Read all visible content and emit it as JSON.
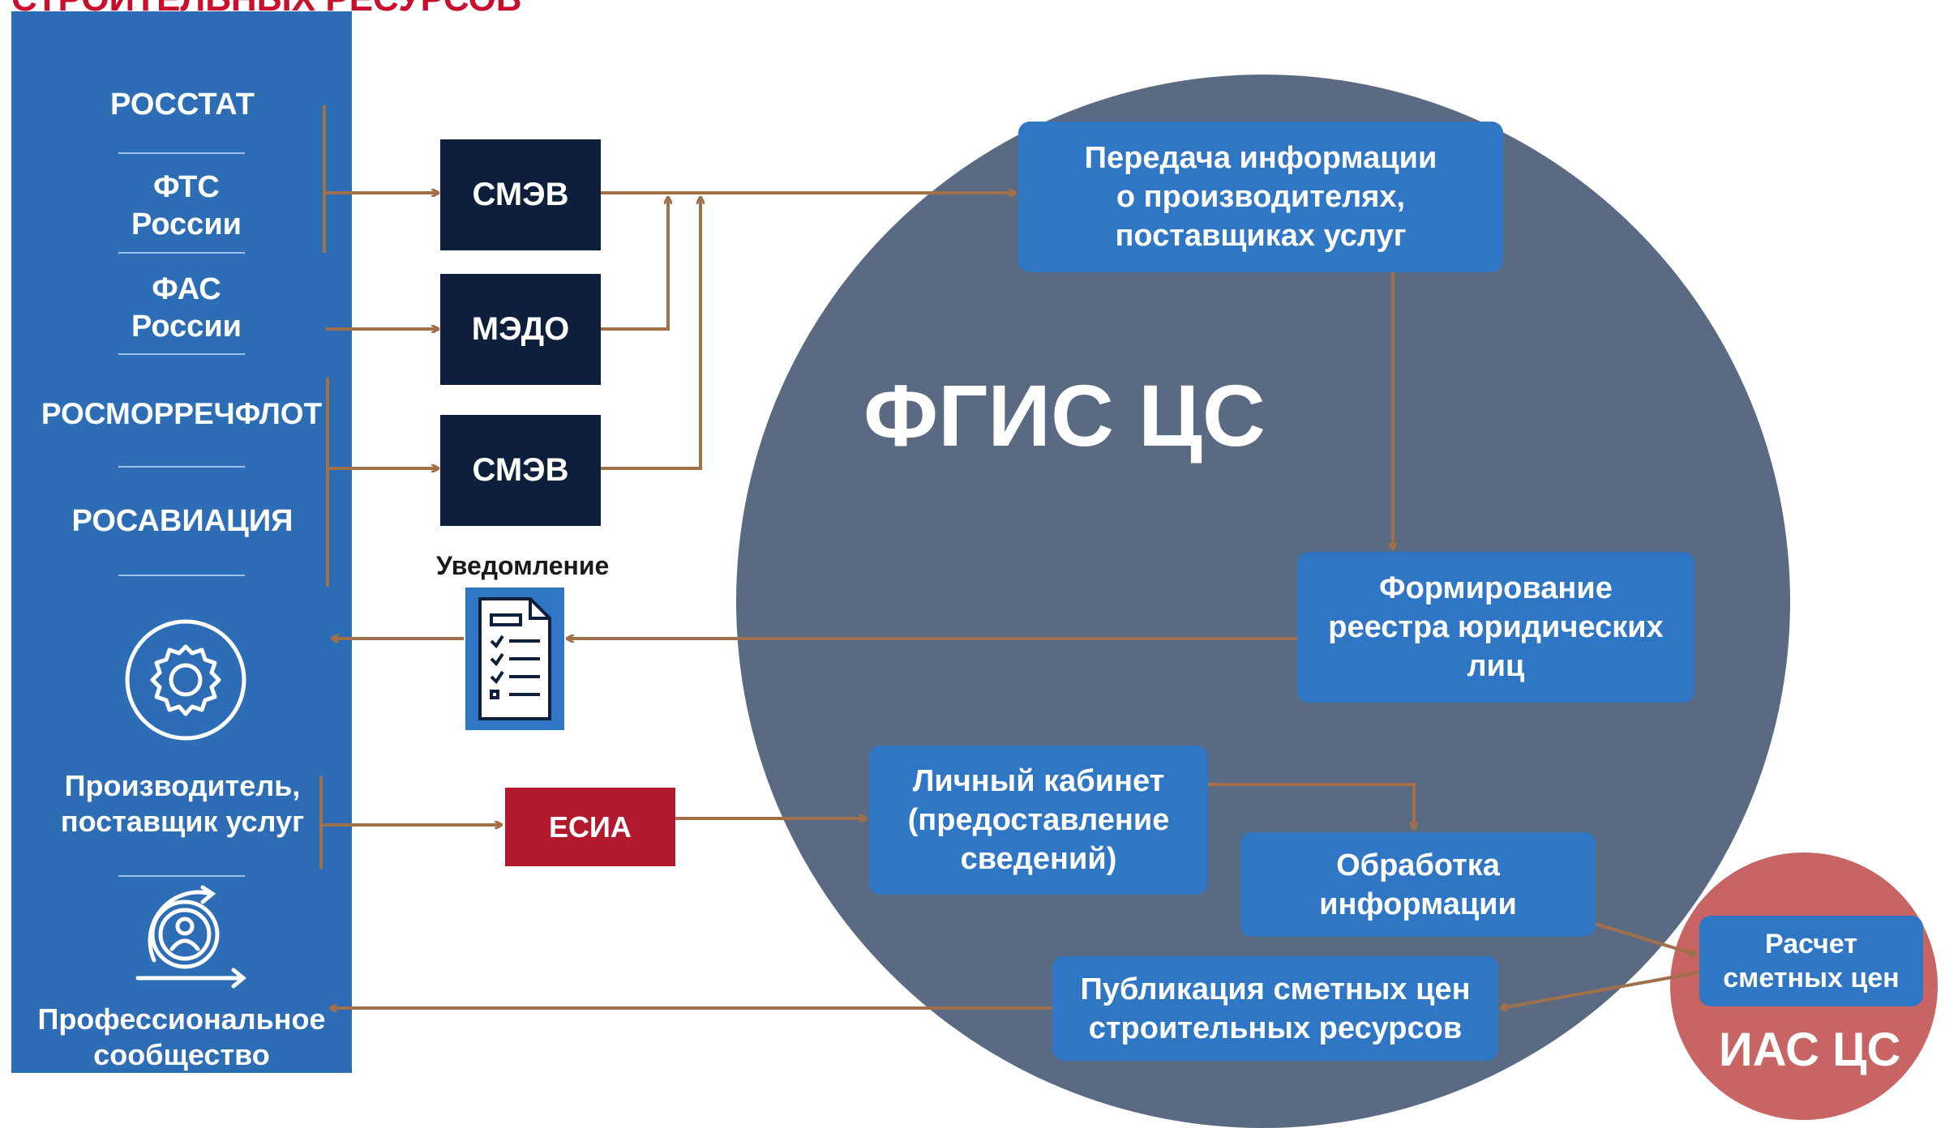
{
  "header": {
    "title": "СТРОИТЕЛЬНЫХ РЕСУРСОВ"
  },
  "sources": {
    "rosstat": "РОССТАТ",
    "fts": "ФТС\nРоссии",
    "fas": "ФАС\nРоссии",
    "rosmorrechflot": "РОСМОРРЕЧФЛОТ",
    "rosaviatsiya": "РОСАВИАЦИЯ",
    "producer": "Производитель,\nпоставщик услуг",
    "community": "Профессиональное\nсообщество"
  },
  "channels": {
    "smev_1": "СМЭВ",
    "medo": "МЭДО",
    "smev_2": "СМЭВ",
    "esia": "ЕСИА",
    "notification": "Уведомление"
  },
  "fgis": {
    "title": "ФГИС ЦС",
    "transfer_info": "Передача информации\nо производителях,\nпоставщиках услуг",
    "registry": "Формирование\nреестра юридических\nлиц",
    "cabinet": "Личный кабинет\n(предоставление\nсведений)",
    "processing": "Обработка\nинформации",
    "publication": "Публикация сметных цен\nстроительных ресурсов"
  },
  "ias": {
    "title": "ИАС ЦС",
    "calc": "Расчет\nсметных цен"
  },
  "colors": {
    "sidebar": "#2d6db5",
    "dark_box": "#0d1f3a",
    "esia": "#b3192d",
    "fgis_circle": "#5a6a82",
    "ias_circle": "#c86464",
    "process_box": "#2f77c4",
    "arrow": "#a0704a",
    "header": "#c8102e"
  },
  "icons": [
    "gear-icon",
    "document-icon",
    "user-cycle-icon"
  ]
}
